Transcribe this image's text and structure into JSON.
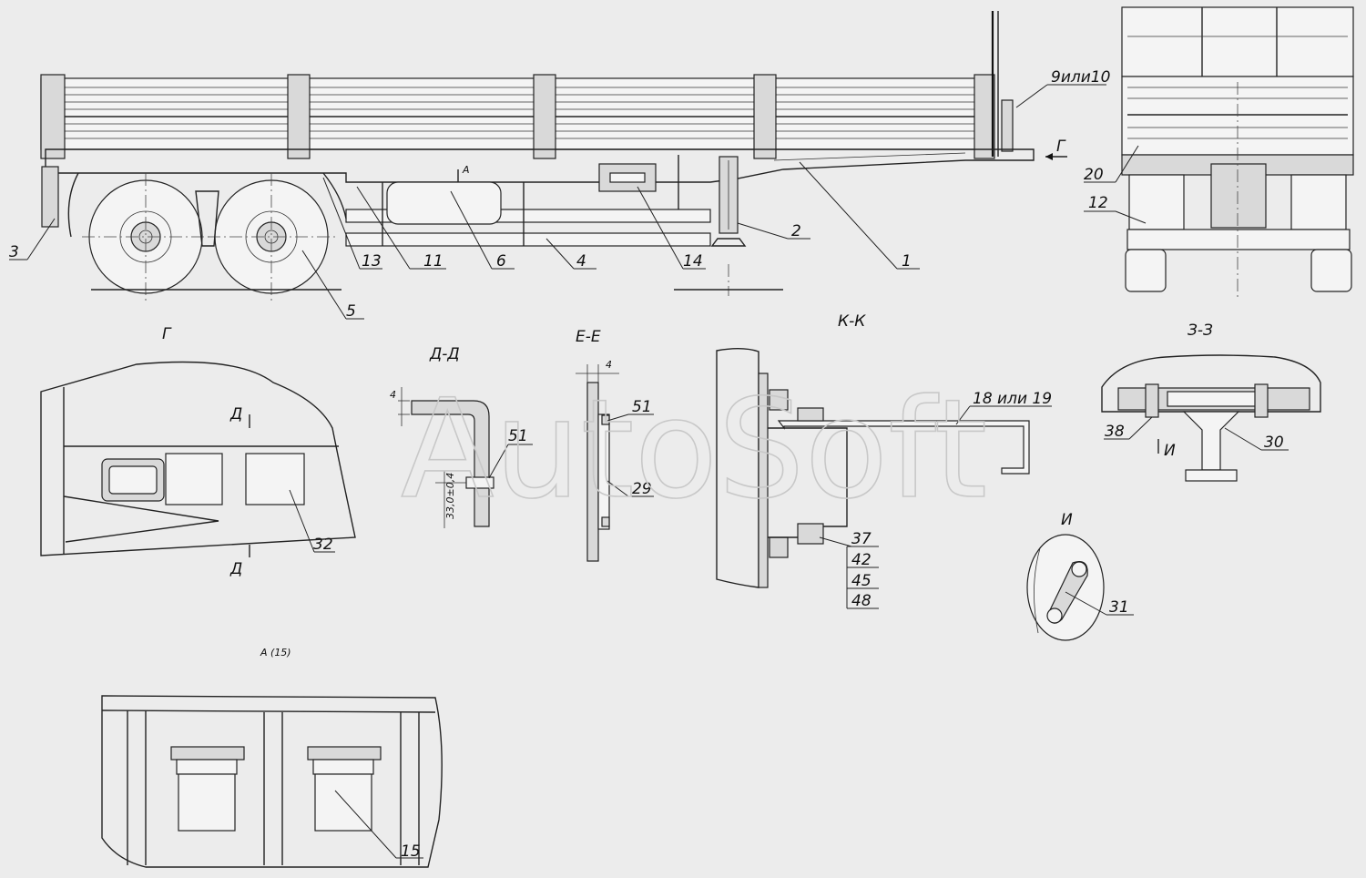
{
  "watermark": "AutoSoft",
  "view_titles": {
    "g": "Г",
    "d_d": "Д-Д",
    "e_e": "Е-Е",
    "k_k": "К-К",
    "z_z": "З-З",
    "i": "И",
    "a15": "А (15)"
  },
  "section_marks": {
    "g_arrow": "Г",
    "a_arrow": "А",
    "d_top": "Д",
    "d_bottom": "Д",
    "i_arrow": "И"
  },
  "callouts": {
    "c1": "1",
    "c2": "2",
    "c3": "3",
    "c4": "4",
    "c5": "5",
    "c6": "6",
    "c9_10": "9или10",
    "c11": "11",
    "c12": "12",
    "c13": "13",
    "c14": "14",
    "c15": "15",
    "c18_19": "18 или 19",
    "c20": "20",
    "c29": "29",
    "c30": "30",
    "c31": "31",
    "c32": "32",
    "c37": "37",
    "c38": "38",
    "c42": "42",
    "c45": "45",
    "c48": "48",
    "c51a": "51",
    "c51b": "51"
  },
  "dimensions": {
    "dd_vert": "33,0±0,4",
    "dd_small": "4",
    "ee_small": "4"
  }
}
